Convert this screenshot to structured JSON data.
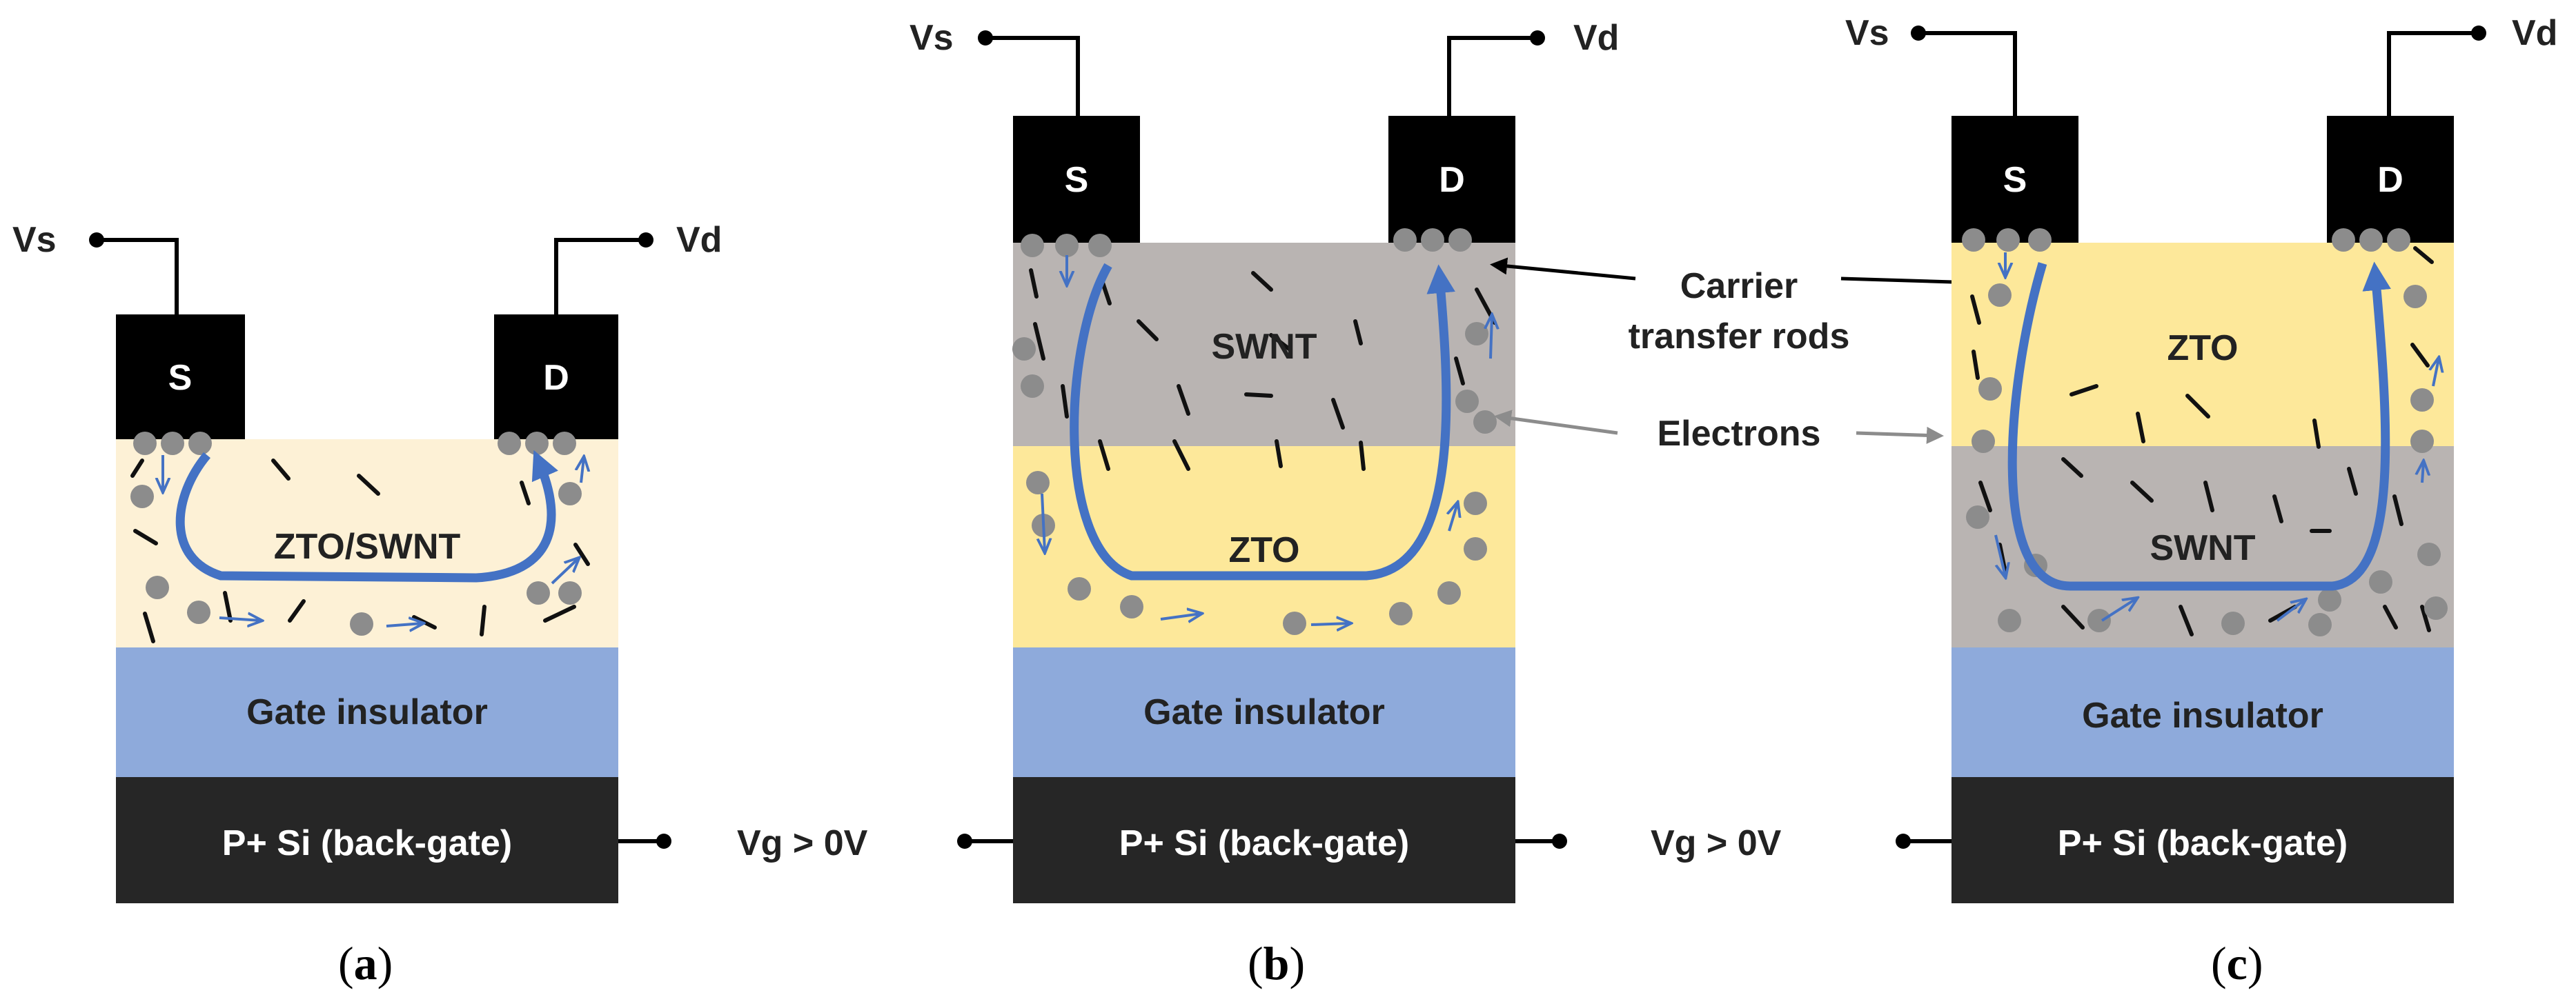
{
  "colors": {
    "zto_swnt_mix": "#fdf1d6",
    "zto": "#fde89a",
    "swnt": "#b9b4b2",
    "gate_insulator": "#8eaadb",
    "back_gate": "#262626",
    "electrode": "#000000",
    "flow_arrow": "#4472c4",
    "electron": "#8c8c8c"
  },
  "panel_a": {
    "vs": "Vs",
    "vd": "Vd",
    "source": "S",
    "drain": "D",
    "channel": "ZTO/SWNT",
    "gate_insulator": "Gate insulator",
    "back_gate": "P+ Si (back-gate)",
    "caption_open": "(",
    "caption_letter": "a",
    "caption_close": ")"
  },
  "panel_b": {
    "vs": "Vs",
    "vd": "Vd",
    "source": "S",
    "drain": "D",
    "top_layer": "SWNT",
    "bottom_layer": "ZTO",
    "gate_insulator": "Gate insulator",
    "back_gate": "P+ Si (back-gate)",
    "caption_open": "(",
    "caption_letter": "b",
    "caption_close": ")"
  },
  "panel_c": {
    "vs": "Vs",
    "vd": "Vd",
    "source": "S",
    "drain": "D",
    "top_layer": "ZTO",
    "bottom_layer": "SWNT",
    "gate_insulator": "Gate insulator",
    "back_gate": "P+ Si (back-gate)",
    "caption_open": "(",
    "caption_letter": "c",
    "caption_close": ")"
  },
  "vg_left": "Vg > 0V",
  "vg_right": "Vg > 0V",
  "callouts": {
    "carrier_rods_line1": "Carrier",
    "carrier_rods_line2": "transfer rods",
    "electrons": "Electrons"
  }
}
